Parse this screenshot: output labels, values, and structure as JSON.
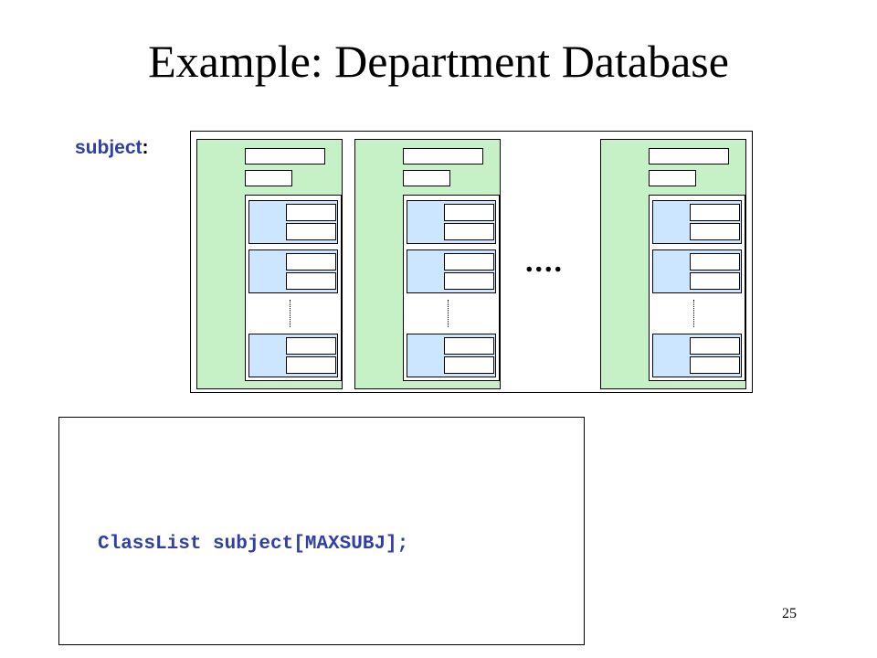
{
  "slide": {
    "title": "Example: Department Database",
    "page_number": "25"
  },
  "diagram": {
    "label": "subject",
    "label_colon": ":",
    "ellipsis": "....",
    "records": [
      {
        "entries": 3
      },
      {
        "entries": 3
      },
      {
        "entries": 3
      }
    ],
    "colors": {
      "record_fill": "#c6f0c6",
      "entry_fill": "#cce6ff",
      "label_text": "#2f3fa6"
    }
  },
  "code": {
    "line": "ClassList subject[MAXSUBJ];"
  }
}
